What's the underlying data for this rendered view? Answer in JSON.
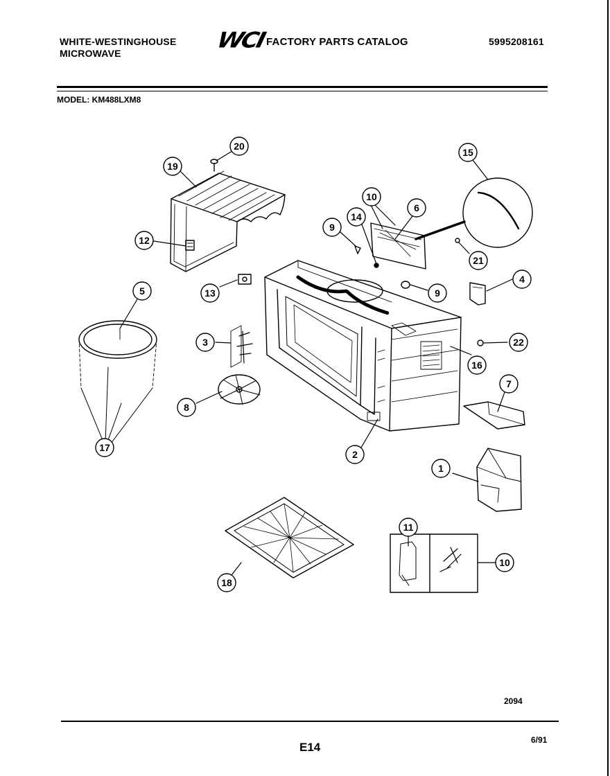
{
  "header": {
    "brand_line1": "WHITE-WESTINGHOUSE",
    "brand_line2": "MICROWAVE",
    "logo_text": "WCI",
    "catalog_title": "FACTORY PARTS CATALOG",
    "catalog_number": "5995208161"
  },
  "model": {
    "line": "MODEL: KM488LXM8"
  },
  "callouts": [
    {
      "id": "callout-1",
      "label": "1"
    },
    {
      "id": "callout-2",
      "label": "2"
    },
    {
      "id": "callout-3",
      "label": "3"
    },
    {
      "id": "callout-4",
      "label": "4"
    },
    {
      "id": "callout-5",
      "label": "5"
    },
    {
      "id": "callout-6",
      "label": "6"
    },
    {
      "id": "callout-7",
      "label": "7"
    },
    {
      "id": "callout-8",
      "label": "8"
    },
    {
      "id": "callout-9a",
      "label": "9"
    },
    {
      "id": "callout-9b",
      "label": "9"
    },
    {
      "id": "callout-10a",
      "label": "10"
    },
    {
      "id": "callout-10b",
      "label": "10"
    },
    {
      "id": "callout-11",
      "label": "11"
    },
    {
      "id": "callout-12",
      "label": "12"
    },
    {
      "id": "callout-13",
      "label": "13"
    },
    {
      "id": "callout-14",
      "label": "14"
    },
    {
      "id": "callout-15",
      "label": "15"
    },
    {
      "id": "callout-16",
      "label": "16"
    },
    {
      "id": "callout-17",
      "label": "17"
    },
    {
      "id": "callout-18",
      "label": "18"
    },
    {
      "id": "callout-19",
      "label": "19"
    },
    {
      "id": "callout-20",
      "label": "20"
    },
    {
      "id": "callout-21",
      "label": "21"
    },
    {
      "id": "callout-22",
      "label": "22"
    }
  ],
  "footer": {
    "figure_number": "2094",
    "page_id": "E14",
    "date_code": "6/91"
  }
}
